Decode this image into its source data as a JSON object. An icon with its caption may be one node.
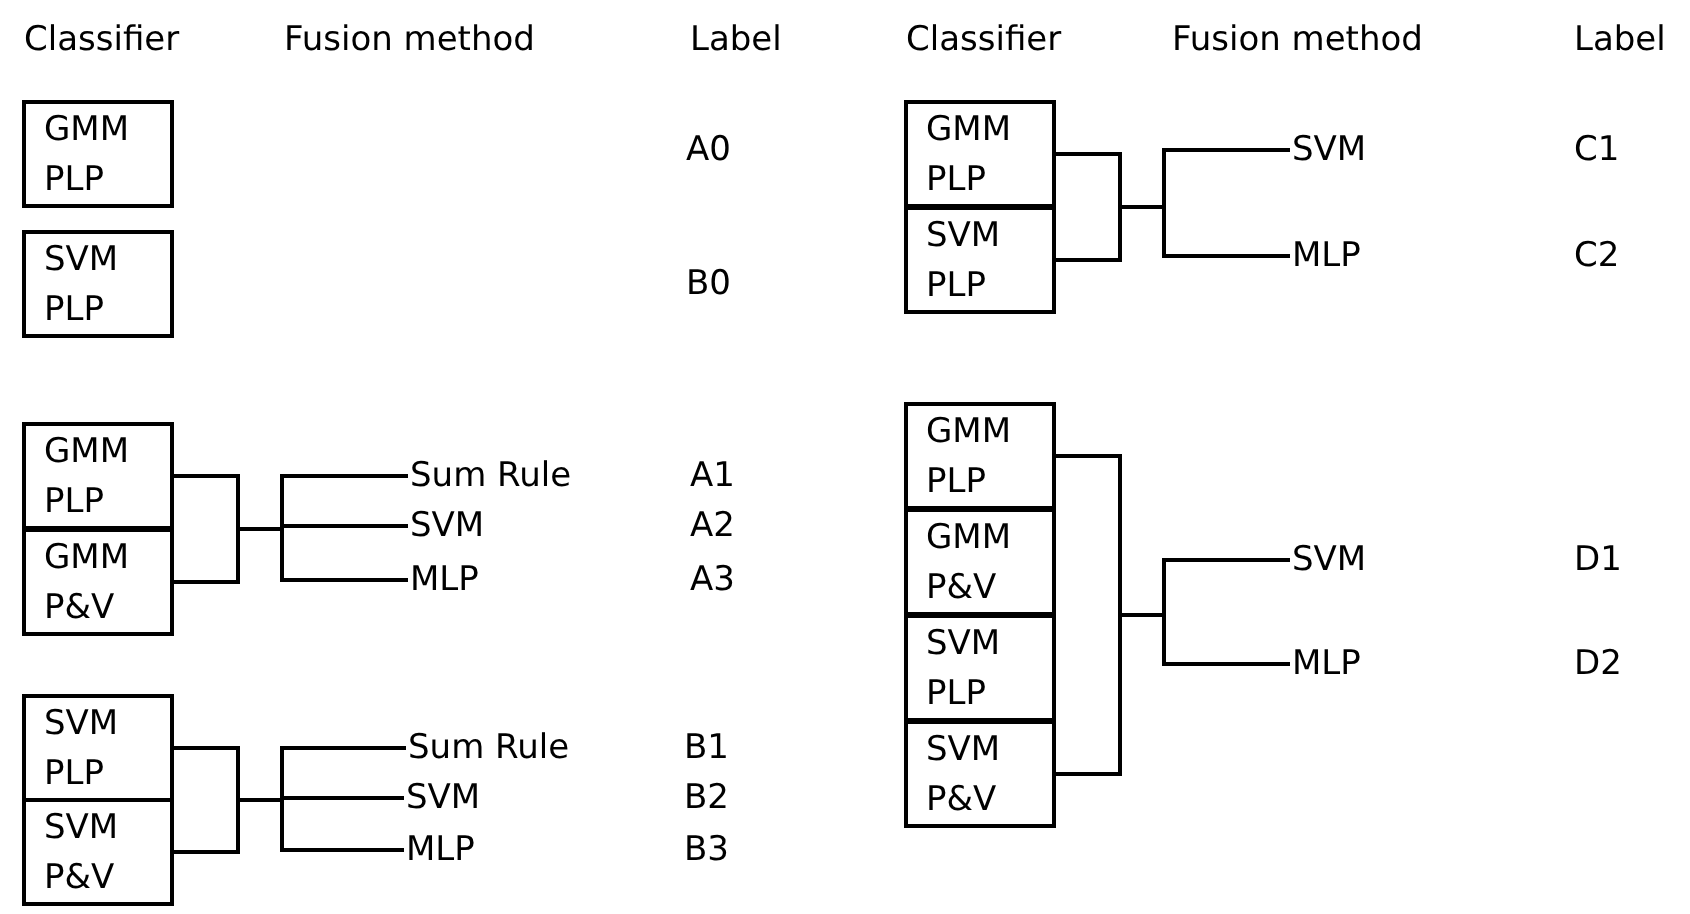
{
  "diagram": {
    "nodes": [
      {
        "text": [
          "GMM PLP"
        ]
      },
      {
        "text": [
          "SVM PLP"
        ]
      },
      {
        "text": [
          "GMM PLP"
        ]
      },
      {
        "text": [
          "GMM P&V"
        ]
      },
      {
        "text": [
          "Sum Rule"
        ]
      },
      {
        "text": [
          "SVM"
        ]
      },
      {
        "text": [
          "MLP"
        ]
      },
      {
        "text": [
          "SVM PLP"
        ]
      },
      {
        "text": [
          "SVM P&V"
        ]
      },
      {
        "text": [
          "Sum Rule"
        ]
      },
      {
        "text": [
          "SVM"
        ]
      },
      {
        "text": [
          "MLP"
        ]
      },
      {
        "text": [
          "GMM PLP"
        ]
      },
      {
        "text": [
          "SVM PLP"
        ]
      },
      {
        "text": [
          "SVM"
        ]
      },
      {
        "text": [
          "MLP"
        ]
      },
      {
        "text": [
          "GMM PLP"
        ]
      },
      {
        "text": [
          "GMM P&V"
        ]
      },
      {
        "text": [
          "SVM PLP"
        ]
      },
      {
        "text": [
          "SVM P&V"
        ]
      },
      {
        "text": [
          "SVM"
        ]
      },
      {
        "text": [
          "MLP"
        ]
      }
    ],
    "edges": [
      {
        "from": 2,
        "to": 4,
        "arrow": "none"
      },
      {
        "from": 2,
        "to": 5,
        "arrow": "none"
      },
      {
        "from": 2,
        "to": 6,
        "arrow": "none"
      },
      {
        "from": 3,
        "to": 4,
        "arrow": "none"
      },
      {
        "from": 3,
        "to": 5,
        "arrow": "none"
      },
      {
        "from": 3,
        "to": 6,
        "arrow": "none"
      },
      {
        "from": 7,
        "to": 9,
        "arrow": "none"
      },
      {
        "from": 7,
        "to": 10,
        "arrow": "none"
      },
      {
        "from": 7,
        "to": 11,
        "arrow": "none"
      },
      {
        "from": 8,
        "to": 9,
        "arrow": "none"
      },
      {
        "from": 8,
        "to": 10,
        "arrow": "none"
      },
      {
        "from": 8,
        "to": 11,
        "arrow": "none"
      },
      {
        "from": 12,
        "to": 14,
        "arrow": "none"
      },
      {
        "from": 12,
        "to": 15,
        "arrow": "none"
      },
      {
        "from": 13,
        "to": 14,
        "arrow": "none"
      },
      {
        "from": 13,
        "to": 15,
        "arrow": "none"
      },
      {
        "from": 16,
        "to": 20,
        "arrow": "none"
      },
      {
        "from": 16,
        "to": 21,
        "arrow": "none"
      },
      {
        "from": 19,
        "to": 20,
        "arrow": "none"
      },
      {
        "from": 19,
        "to": 21,
        "arrow": "none"
      }
    ],
    "labels": [
      "Classifier",
      "Fusion method",
      "Label",
      "Classifier",
      "Fusion method",
      "Label",
      "A0",
      "C1",
      "C2",
      "B0",
      "A1",
      "A2",
      "A3",
      "D1",
      "D2",
      "B1",
      "B2",
      "B3"
    ]
  }
}
